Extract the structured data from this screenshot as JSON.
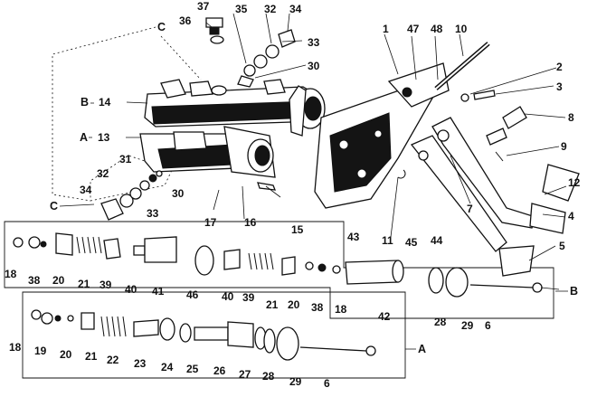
{
  "callouts": {
    "n1": "1",
    "n2": "2",
    "n3": "3",
    "n4": "4",
    "n5": "5",
    "n6a": "6",
    "n6b": "6",
    "n7": "7",
    "n8": "8",
    "n9": "9",
    "n10": "10",
    "n11": "11",
    "n12": "12",
    "n13": "13",
    "n14": "14",
    "n15": "15",
    "n16": "16",
    "n17": "17",
    "n18a": "18",
    "n18b": "18",
    "n18c": "18",
    "n19": "19",
    "n20a": "20",
    "n20b": "20",
    "n20c": "20",
    "n21a": "21",
    "n21b": "21",
    "n21c": "21",
    "n22": "22",
    "n23": "23",
    "n24": "24",
    "n25": "25",
    "n26": "26",
    "n27": "27",
    "n28a": "28",
    "n28b": "28",
    "n29a": "29",
    "n29b": "29",
    "n30a": "30",
    "n30b": "30",
    "n31": "31",
    "n32a": "32",
    "n32b": "32",
    "n33a": "33",
    "n33b": "33",
    "n34a": "34",
    "n34b": "34",
    "n35": "35",
    "n36": "36",
    "n37": "37",
    "n38a": "38",
    "n38b": "38",
    "n39a": "39",
    "n39b": "39",
    "n40a": "40",
    "n40b": "40",
    "n41": "41",
    "n42": "42",
    "n43": "43",
    "n44": "44",
    "n45": "45",
    "n46": "46",
    "n47": "47",
    "n48": "48"
  },
  "letters": {
    "A_left": "A",
    "A_right": "A",
    "B_left": "B",
    "B_right": "B",
    "C_top": "C",
    "C_bottom": "C"
  }
}
